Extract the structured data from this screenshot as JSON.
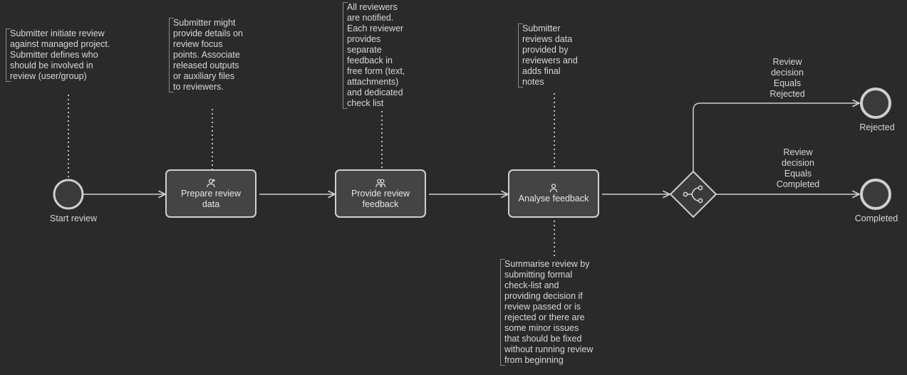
{
  "events": {
    "start": "Start review",
    "rejected": "Rejected",
    "completed": "Completed"
  },
  "tasks": {
    "prepare": "Prepare review\ndata",
    "provide": "Provide review\nfeedback",
    "analyse": "Analyse feedback"
  },
  "icons": {
    "prepare": "user-add-icon",
    "provide": "users-icon",
    "analyse": "user-icon",
    "gateway": "branch-icon"
  },
  "conditions": {
    "rejected": "Review\ndecision\nEquals\nRejected",
    "completed": "Review\ndecision\nEquals\nCompleted"
  },
  "annotations": {
    "start": "Submitter initiate review\nagainst managed project.\nSubmitter defines who\nshould be involved in\nreview (user/group)",
    "prepare": "Submitter might\nprovide details on\nreview focus\npoints. Associate\nreleased outputs\nor auxiliary files\nto reviewers.",
    "provide": "All reviewers\nare notified.\nEach reviewer\nprovides\nseparate\nfeedback in\nfree form (text,\nattachments)\nand dedicated\ncheck list",
    "analyse_top": "Submitter\nreviews data\nprovided by\nreviewers and\nadds final\nnotes",
    "analyse_bottom": "Summarise review by\nsubmitting formal\ncheck-list and\nproviding decision if\nreview passed or is\nrejected or there are\nsome minor issues\nthat should be fixed\nwithout running review\nfrom beginning"
  },
  "colors": {
    "background": "#2a2a2a",
    "stroke": "#cfcfcf",
    "task_fill": "#444444",
    "event_fill": "#3a3a3a"
  }
}
